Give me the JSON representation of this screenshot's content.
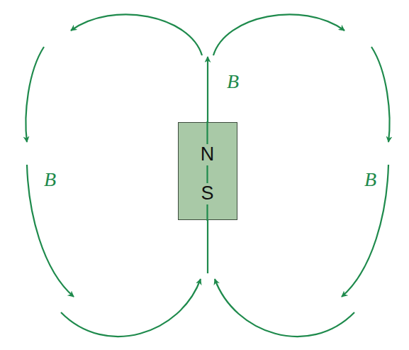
{
  "diagram": {
    "nodes": [
      {
        "text": [
          "N",
          "S"
        ]
      }
    ],
    "labels": [
      "B",
      "B",
      "B"
    ]
  }
}
